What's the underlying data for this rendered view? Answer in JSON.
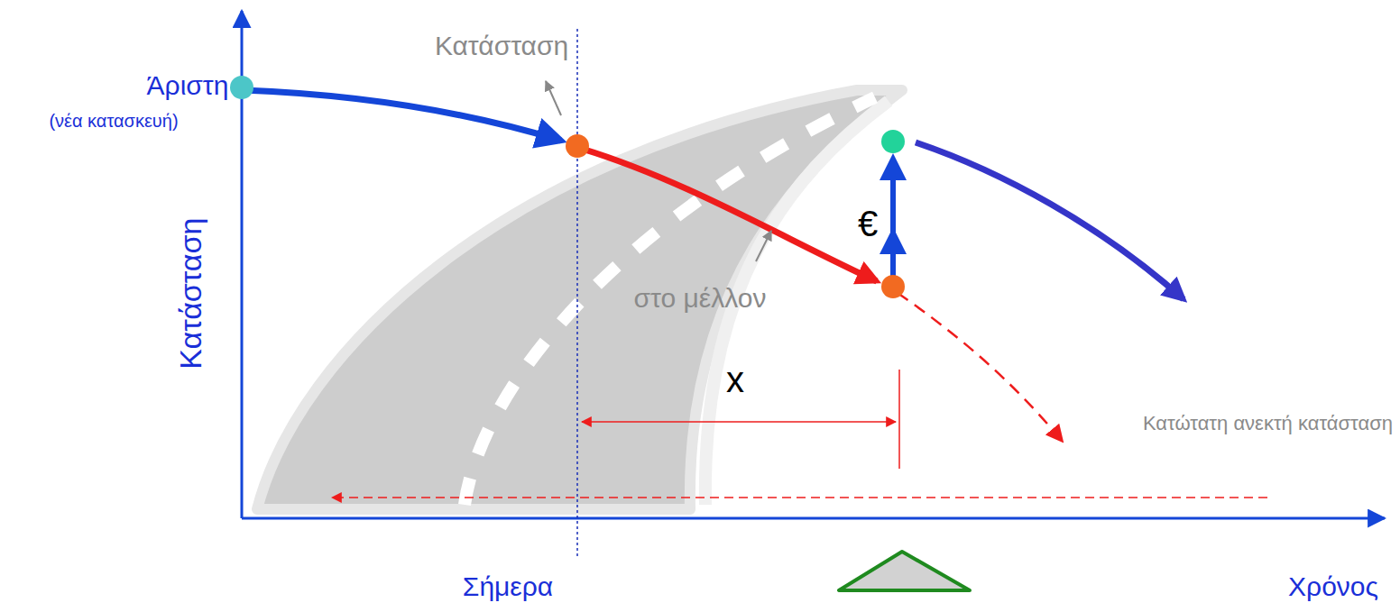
{
  "diagram": {
    "labels": [
      "Κατάσταση",
      "Άριστη",
      "(νέα κατασκευή)",
      "€",
      "Κατάσταση",
      "στο μέλλον",
      "x",
      "Κατώτατη ανεκτή κατάσταση",
      "Σήμερα",
      "Χρόνος"
    ]
  }
}
